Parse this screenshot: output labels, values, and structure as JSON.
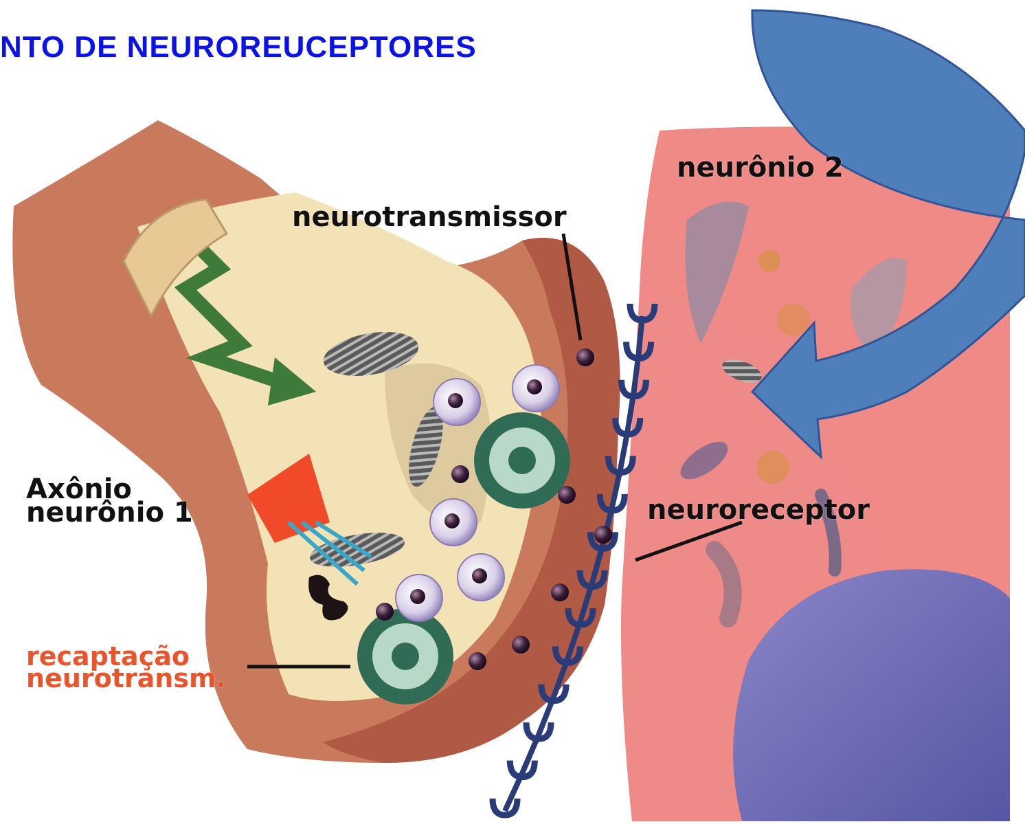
{
  "title": "NTO DE NEUROREUCEPTORES",
  "labels": {
    "neuron2": "neurônio 2",
    "neurotransmitter": "neurotransmissor",
    "axon_line1": "Axônio",
    "axon_line2": "neurônio 1",
    "receptor": "neuroreceptor",
    "reuptake_line1": "recaptação",
    "reuptake_line2": "neurotransm."
  },
  "colors": {
    "title": "#0b12e8",
    "arrow": "#4f7fba",
    "arrow_stroke": "#2f5597",
    "neuron2_pink": "#f08a86",
    "axon_brown": "#c97a5c",
    "synapse_dark": "#b05a45",
    "cytoplasm": "#f2e2b6",
    "receptor_blue": "#2a3c78",
    "nucleus_purple": "#6a6ab2",
    "label_red": "#e8542c"
  }
}
